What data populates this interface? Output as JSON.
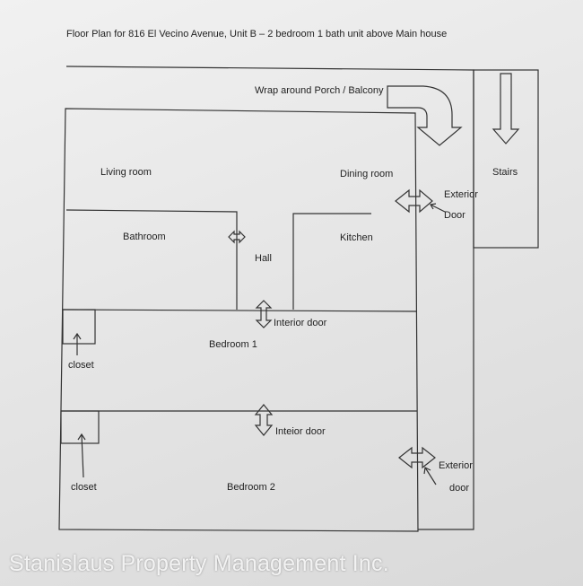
{
  "title": "Floor Plan for 816 El Vecino Avenue, Unit B – 2 bedroom 1 bath unit above Main house",
  "labels": {
    "porch": "Wrap around Porch / Balcony",
    "stairs": "Stairs",
    "living_room": "Living room",
    "dining_room": "Dining room",
    "exterior_door_top_1": "Exterior",
    "exterior_door_top_2": "Door",
    "bathroom": "Bathroom",
    "kitchen": "Kitchen",
    "hall": "Hall",
    "interior_door_1": "Interior door",
    "bedroom_1": "Bedroom 1",
    "closet_1": "closet",
    "interior_door_2": "Inteior door",
    "exterior_door_bottom_1": "Exterior",
    "exterior_door_bottom_2": "door",
    "closet_2": "closet",
    "bedroom_2": "Bedroom 2"
  },
  "watermark": "Stanislaus Property Management Inc."
}
